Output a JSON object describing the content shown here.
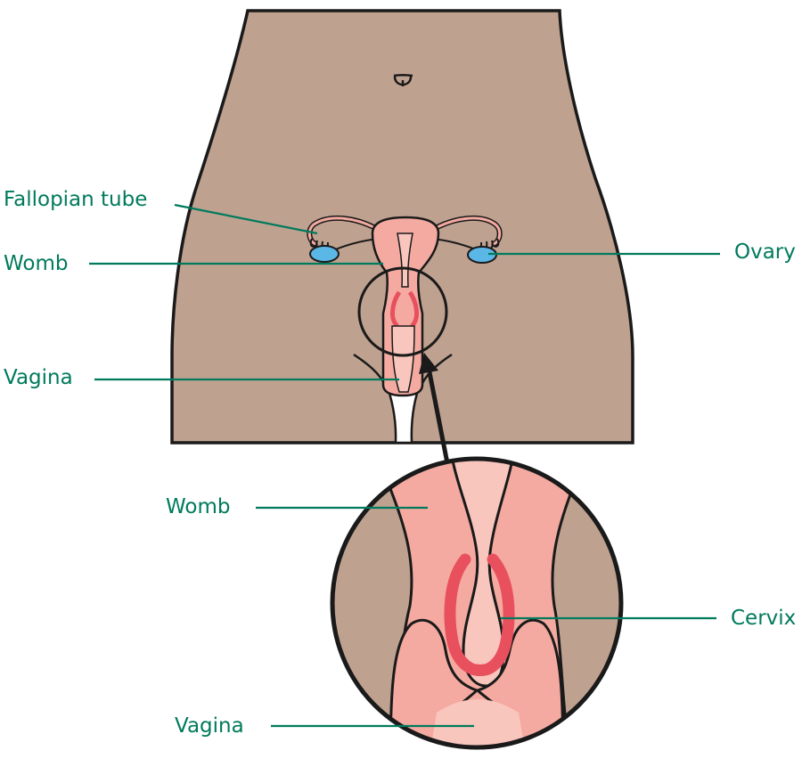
{
  "colors": {
    "skin": "#bfa190",
    "outline": "#1a1a1a",
    "uterus": "#f4aaa0",
    "uterus_light": "#f8c6bd",
    "lining": "#e8505e",
    "ovary": "#5bb7e6",
    "label_green": "#007a5c",
    "white": "#ffffff"
  },
  "labels": {
    "fallopian_tube": "Fallopian tube",
    "womb_top": "Womb",
    "ovary": "Ovary",
    "vagina_top": "Vagina",
    "womb_zoom": "Womb",
    "cervix": "Cervix",
    "vagina_zoom": "Vagina"
  },
  "icons": {
    "zoom_pointer": "arrow-up-icon"
  }
}
